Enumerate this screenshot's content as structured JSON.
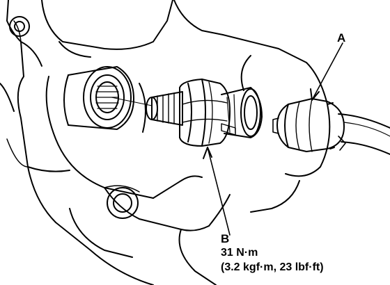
{
  "labels": {
    "a": "A",
    "b": "B",
    "torque_nm": "31 N·m",
    "torque_alt": "(3.2 kgf·m, 23 lbf·ft)"
  },
  "colors": {
    "line": "#000000",
    "background": "#ffffff"
  }
}
